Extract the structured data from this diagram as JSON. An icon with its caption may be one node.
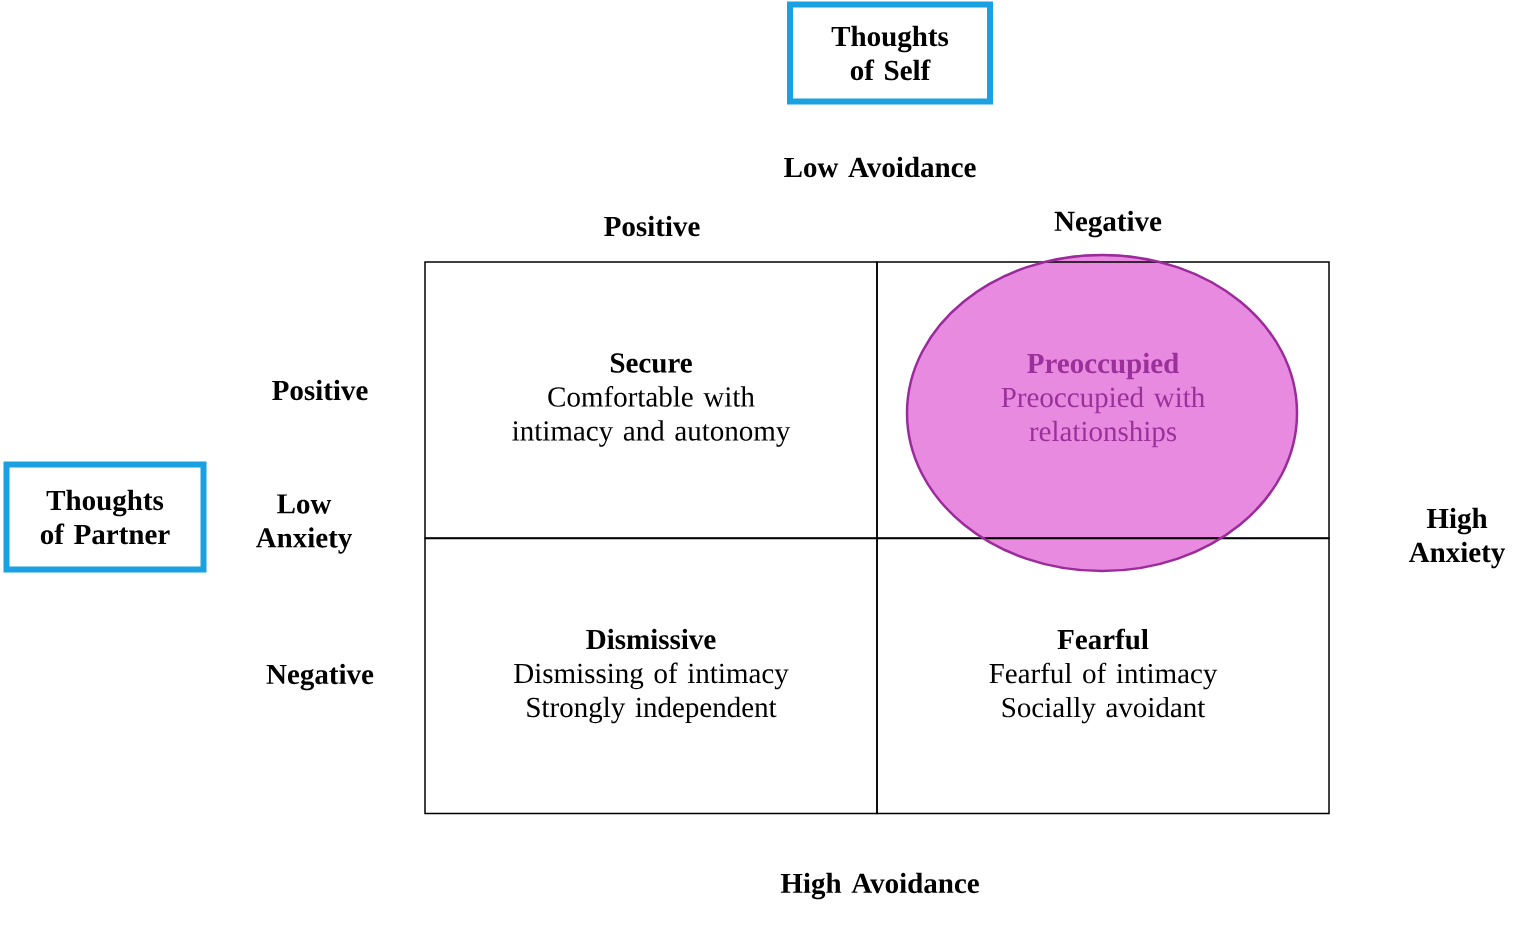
{
  "diagram": {
    "nodes": [
      {
        "text": [
          "Thoughts of Self"
        ]
      },
      {
        "text": [
          "Thoughts of Partner"
        ]
      },
      {
        "text": [
          "Secure",
          "Comfortable with intimacy and autonomy"
        ]
      },
      {
        "text": [
          "Preoccupied",
          "Preoccupied with relationships"
        ]
      },
      {
        "text": [
          "Dismissive",
          "Dismissing of intimacy",
          "Strongly independent"
        ]
      },
      {
        "text": [
          "Fearful",
          "Fearful of intimacy",
          "Socially avoidant"
        ]
      }
    ],
    "labels": [
      "Low Avoidance",
      "Positive",
      "Negative",
      "Positive",
      "Low Anxiety",
      "High Anxiety",
      "Negative",
      "High Avoidance"
    ]
  }
}
